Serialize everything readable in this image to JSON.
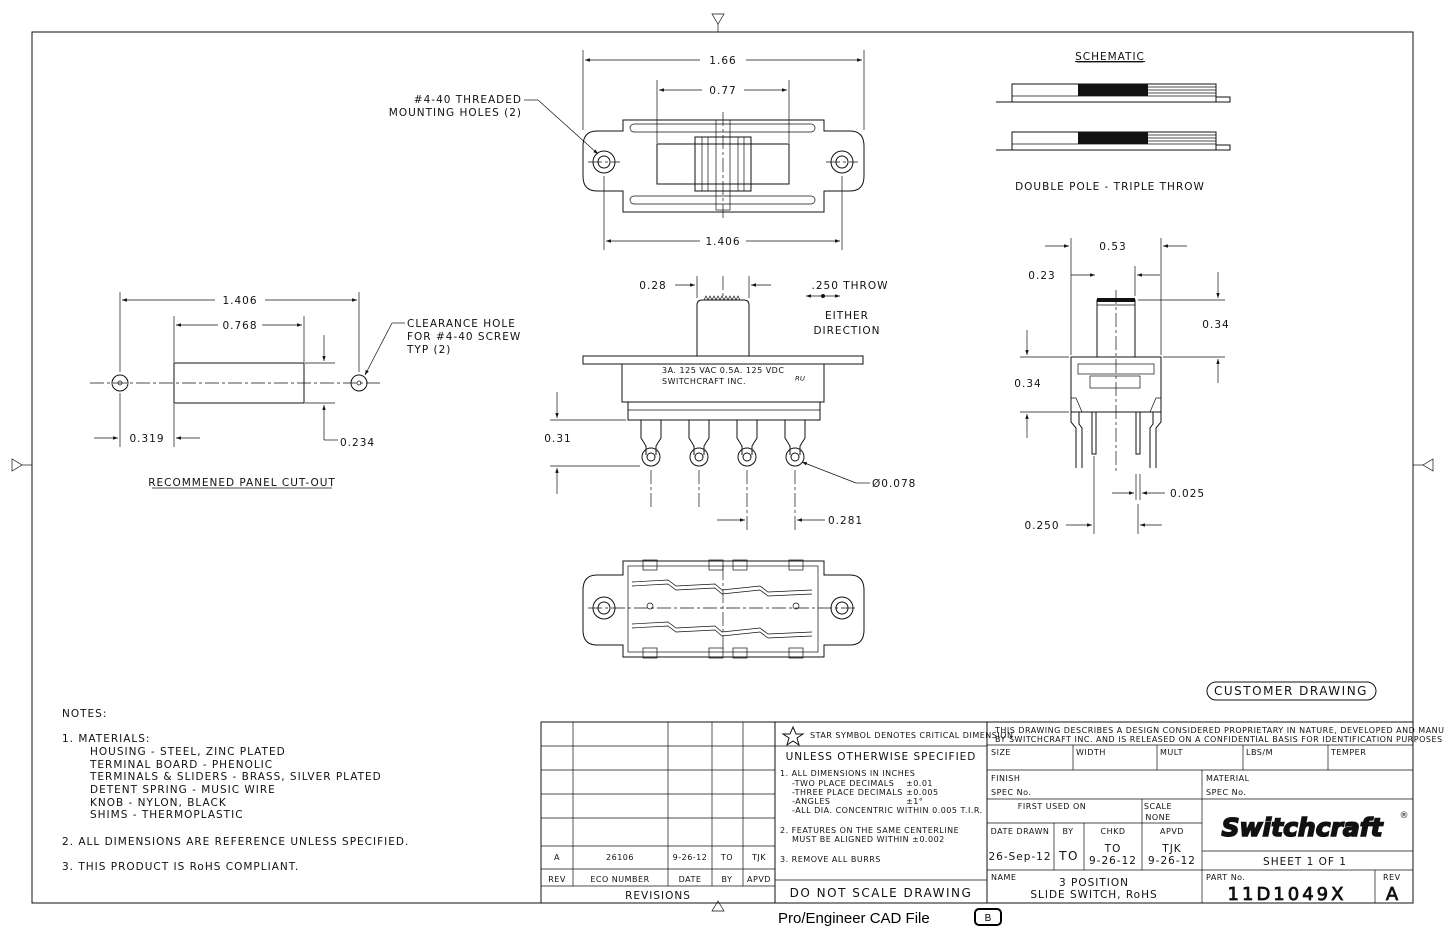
{
  "top_view": {
    "dim_overall": "1.66",
    "dim_slot": "0.77",
    "dim_hole_centers": "1.406",
    "mounting_holes_line1": "#4-40 THREADED",
    "mounting_holes_line2": "MOUNTING HOLES (2)"
  },
  "schematic": {
    "title": "SCHEMATIC",
    "caption": "DOUBLE POLE - TRIPLE THROW"
  },
  "panel_cutout": {
    "dim_hole_centers": "1.406",
    "dim_slot": "0.768",
    "dim_offset": "0.319",
    "dim_height": "0.234",
    "clearance_line1": "CLEARANCE HOLE",
    "clearance_line2": "FOR #4-40 SCREW",
    "clearance_line3": "TYP (2)",
    "caption": "RECOMMENED PANEL CUT-OUT"
  },
  "side_view": {
    "dim_knob": "0.28",
    "throw_line1": ".250 THROW",
    "throw_line2": "EITHER",
    "throw_line3": "DIRECTION",
    "rating_line1": "3A. 125 VAC 0.5A. 125 VDC",
    "rating_line2": "SWITCHCRAFT INC.",
    "dim_terminal_height": "0.31",
    "dim_hole_dia": "Ø0.078",
    "dim_pitch": "0.281"
  },
  "end_view": {
    "dim_width": "0.53",
    "dim_knob": "0.23",
    "dim_knob_height": "0.34",
    "dim_body_height": "0.34",
    "dim_pin": "0.025",
    "dim_pin_spacing": "0.250"
  },
  "customer_drawing": "CUSTOMER DRAWING",
  "notes": {
    "heading": "NOTES:",
    "n1_label": "1.  MATERIALS:",
    "n1_items": [
      "HOUSING - STEEL, ZINC PLATED",
      "TERMINAL BOARD - PHENOLIC",
      "TERMINALS & SLIDERS - BRASS, SILVER PLATED",
      "DETENT SPRING - MUSIC WIRE",
      "KNOB - NYLON, BLACK",
      "SHIMS - THERMOPLASTIC"
    ],
    "n2": "2.  ALL DIMENSIONS ARE REFERENCE UNLESS SPECIFIED.",
    "n3": "3.  THIS PRODUCT IS RoHS COMPLIANT."
  },
  "revisions": {
    "row": {
      "rev": "A",
      "eco": "26106",
      "date": "9-26-12",
      "by": "TO",
      "apvd": "TJK"
    },
    "headers": {
      "rev": "REV",
      "eco": "ECO NUMBER",
      "date": "DATE",
      "by": "BY",
      "apvd": "APVD"
    },
    "title": "REVISIONS"
  },
  "spec": {
    "star_note": "STAR SYMBOL DENOTES CRITICAL DIMENSION",
    "unless": "UNLESS OTHERWISE SPECIFIED",
    "l1": "1. ALL DIMENSIONS IN INCHES",
    "l2": "-TWO PLACE DECIMALS",
    "l2v": "±0.01",
    "l3": "-THREE PLACE DECIMALS",
    "l3v": "±0.005",
    "l4": "-ANGLES",
    "l4v": "±1°",
    "l5": "-ALL DIA. CONCENTRIC WITHIN 0.005 T.I.R.",
    "l6": "2. FEATURES ON THE SAME CENTERLINE",
    "l7": "MUST BE ALIGNED WITHIN ±0.002",
    "l8": "3. REMOVE ALL BURRS",
    "do_not_scale": "DO NOT SCALE DRAWING"
  },
  "title_block": {
    "proprietary_line1": "THIS DRAWING DESCRIBES A DESIGN CONSIDERED PROPRIETARY IN NATURE, DEVELOPED AND MANUFACTURED",
    "proprietary_line2": "BY SWITCHCRAFT INC. AND IS RELEASED ON A CONFIDENTIAL BASIS FOR IDENTIFICATION PURPOSES ONLY.",
    "size": "SIZE",
    "width": "WIDTH",
    "mult": "MULT",
    "lbs_m": "LBS/M",
    "temper": "TEMPER",
    "finish": "FINISH",
    "spec_no": "SPEC No.",
    "material": "MATERIAL",
    "material_spec_no": "SPEC No.",
    "first_used_on": "FIRST USED ON",
    "scale_label": "SCALE",
    "scale_value": "NONE",
    "date_drawn_label": "DATE DRAWN",
    "date_drawn": "26-Sep-12",
    "by_label": "BY",
    "by": "TO",
    "chkd_label": "CHKD",
    "chkd_by": "TO",
    "chkd_date": "9-26-12",
    "apvd_label": "APVD",
    "apvd_by": "TJK",
    "apvd_date": "9-26-12",
    "logo": "Switchcraft",
    "sheet": "SHEET  1  OF  1",
    "name_label": "NAME",
    "name_line1": "3 POSITION",
    "name_line2": "SLIDE SWITCH, RoHS",
    "part_no_label": "PART No.",
    "part_no": "11D1049X",
    "rev_label": "REV",
    "rev": "A"
  },
  "footer": {
    "cad_file": "Pro/Engineer CAD File",
    "badge": "B"
  }
}
